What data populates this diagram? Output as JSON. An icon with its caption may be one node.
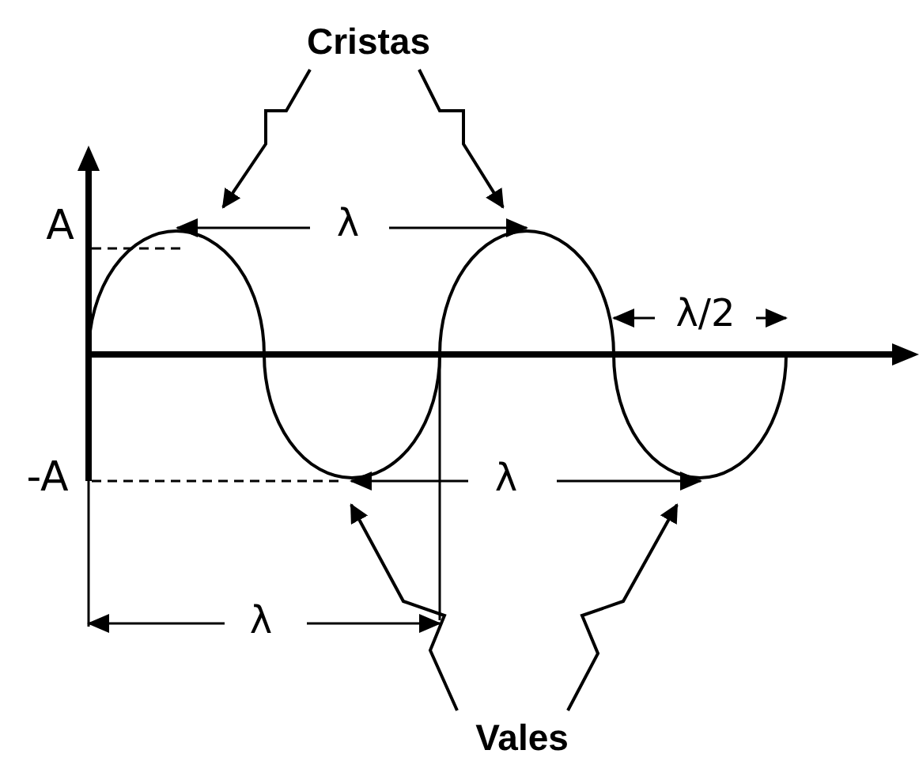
{
  "diagram": {
    "nodes": [
      {
        "text": [
          "Cristas"
        ]
      },
      {
        "text": [
          "Vales"
        ]
      }
    ],
    "edges": [
      {
        "from": 0,
        "to": null,
        "arrow": "to"
      },
      {
        "from": 0,
        "to": null,
        "arrow": "to"
      },
      {
        "from": 1,
        "to": null,
        "arrow": "to"
      },
      {
        "from": 1,
        "to": null,
        "arrow": "to"
      }
    ],
    "labels": [
      "A",
      "λ",
      "λ/2",
      "-A",
      "λ",
      "λ"
    ]
  }
}
